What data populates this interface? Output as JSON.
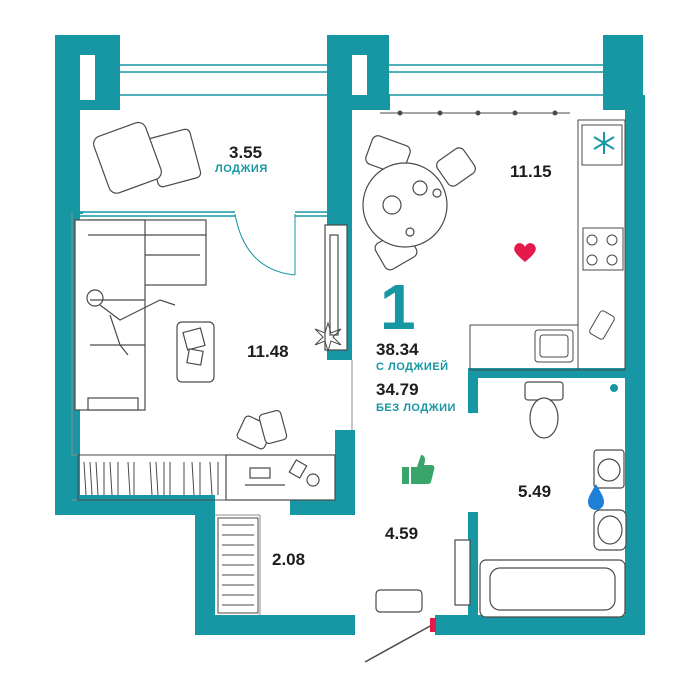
{
  "plan": {
    "rooms_count": "1",
    "total_area": "38.34",
    "total_area_label": "С ЛОДЖИЕЙ",
    "living_area": "34.79",
    "living_area_label": "БЕЗ ЛОДЖИИ"
  },
  "rooms": {
    "loggia": {
      "area": "3.55",
      "name": "ЛОДЖИЯ"
    },
    "kitchen": {
      "area": "11.15"
    },
    "living_room": {
      "area": "11.48"
    },
    "bathroom": {
      "area": "5.49"
    },
    "hallway": {
      "area": "4.59"
    },
    "wardrobe": {
      "area": "2.08"
    }
  },
  "colors": {
    "wall": "#1796a3",
    "accent_heart": "#e6194b",
    "thumb": "#3aa56a",
    "water_drop": "#1e7fd6",
    "furniture_stroke": "#4a4a4a"
  },
  "icons": [
    "snowflake-icon",
    "heart-icon",
    "thumbs-up-icon",
    "water-drop-icon",
    "dot-icon"
  ]
}
